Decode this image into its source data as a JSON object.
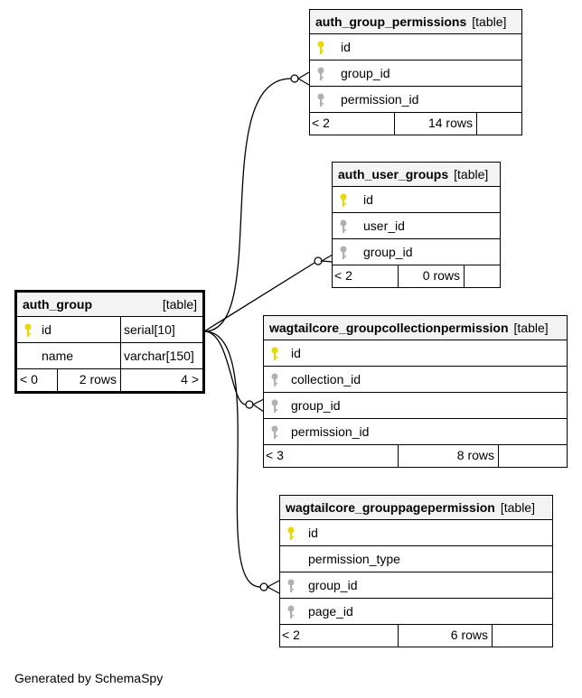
{
  "tables": {
    "auth_group_permissions": {
      "name": "auth_group_permissions",
      "type": "[table]",
      "columns": [
        "id",
        "group_id",
        "permission_id"
      ],
      "footer": {
        "left": "< 2",
        "rows": "14 rows"
      }
    },
    "auth_user_groups": {
      "name": "auth_user_groups",
      "type": "[table]",
      "columns": [
        "id",
        "user_id",
        "group_id"
      ],
      "footer": {
        "left": "< 2",
        "rows": "0 rows"
      }
    },
    "auth_group": {
      "name": "auth_group",
      "type": "[table]",
      "columns": [
        {
          "name": "id",
          "type": "serial[10]"
        },
        {
          "name": "name",
          "type": "varchar[150]"
        }
      ],
      "footer": {
        "left": "< 0",
        "rows": "2 rows",
        "right": "4 >"
      }
    },
    "wagtailcore_groupcollectionpermission": {
      "name": "wagtailcore_groupcollectionpermission",
      "type": "[table]",
      "columns": [
        "id",
        "collection_id",
        "group_id",
        "permission_id"
      ],
      "footer": {
        "left": "< 3",
        "rows": "8 rows"
      }
    },
    "wagtailcore_grouppagepermission": {
      "name": "wagtailcore_grouppagepermission",
      "type": "[table]",
      "columns": [
        "id",
        "permission_type",
        "group_id",
        "page_id"
      ],
      "footer": {
        "left": "< 2",
        "rows": "6 rows"
      }
    }
  },
  "colors": {
    "primary_key": "#e6d800",
    "foreign_key": "#b0b0b0",
    "header_bg": "#f3f3f3"
  },
  "generated_by": "Generated by SchemaSpy"
}
